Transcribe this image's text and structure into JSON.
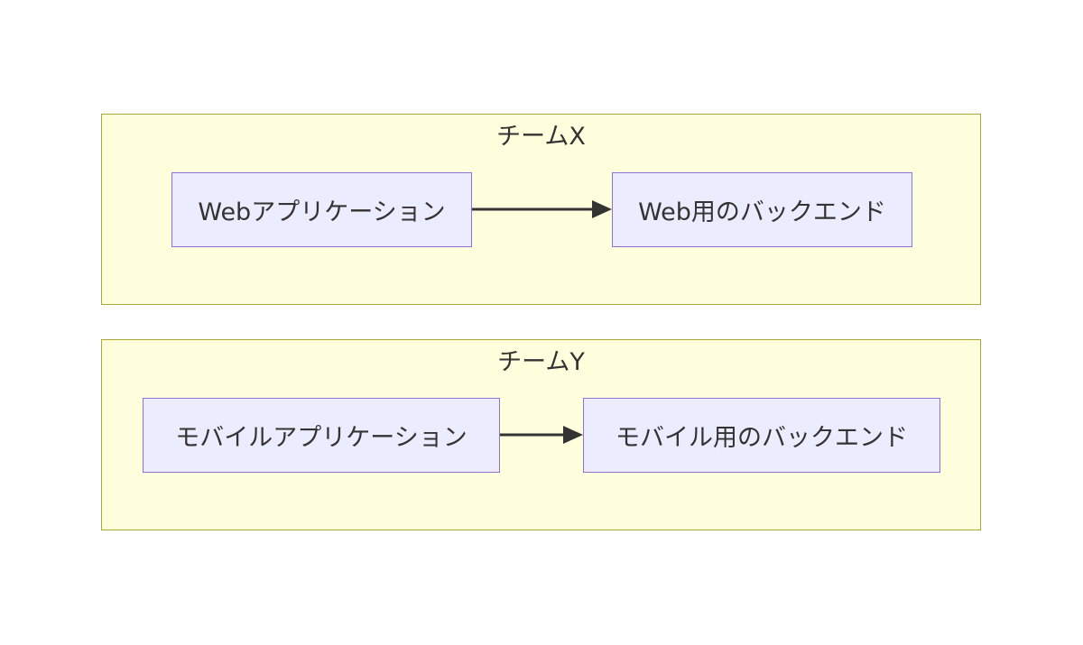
{
  "clusters": [
    {
      "title": "チームX",
      "source": "Webアプリケーション",
      "target": "Web用のバックエンド"
    },
    {
      "title": "チームY",
      "source": "モバイルアプリケーション",
      "target": "モバイル用のバックエンド"
    }
  ],
  "colors": {
    "cluster_fill": "#ffffde",
    "cluster_border": "#aaaa33",
    "node_fill": "#ececff",
    "node_border": "#9370db",
    "edge": "#333333",
    "text": "#333333"
  }
}
